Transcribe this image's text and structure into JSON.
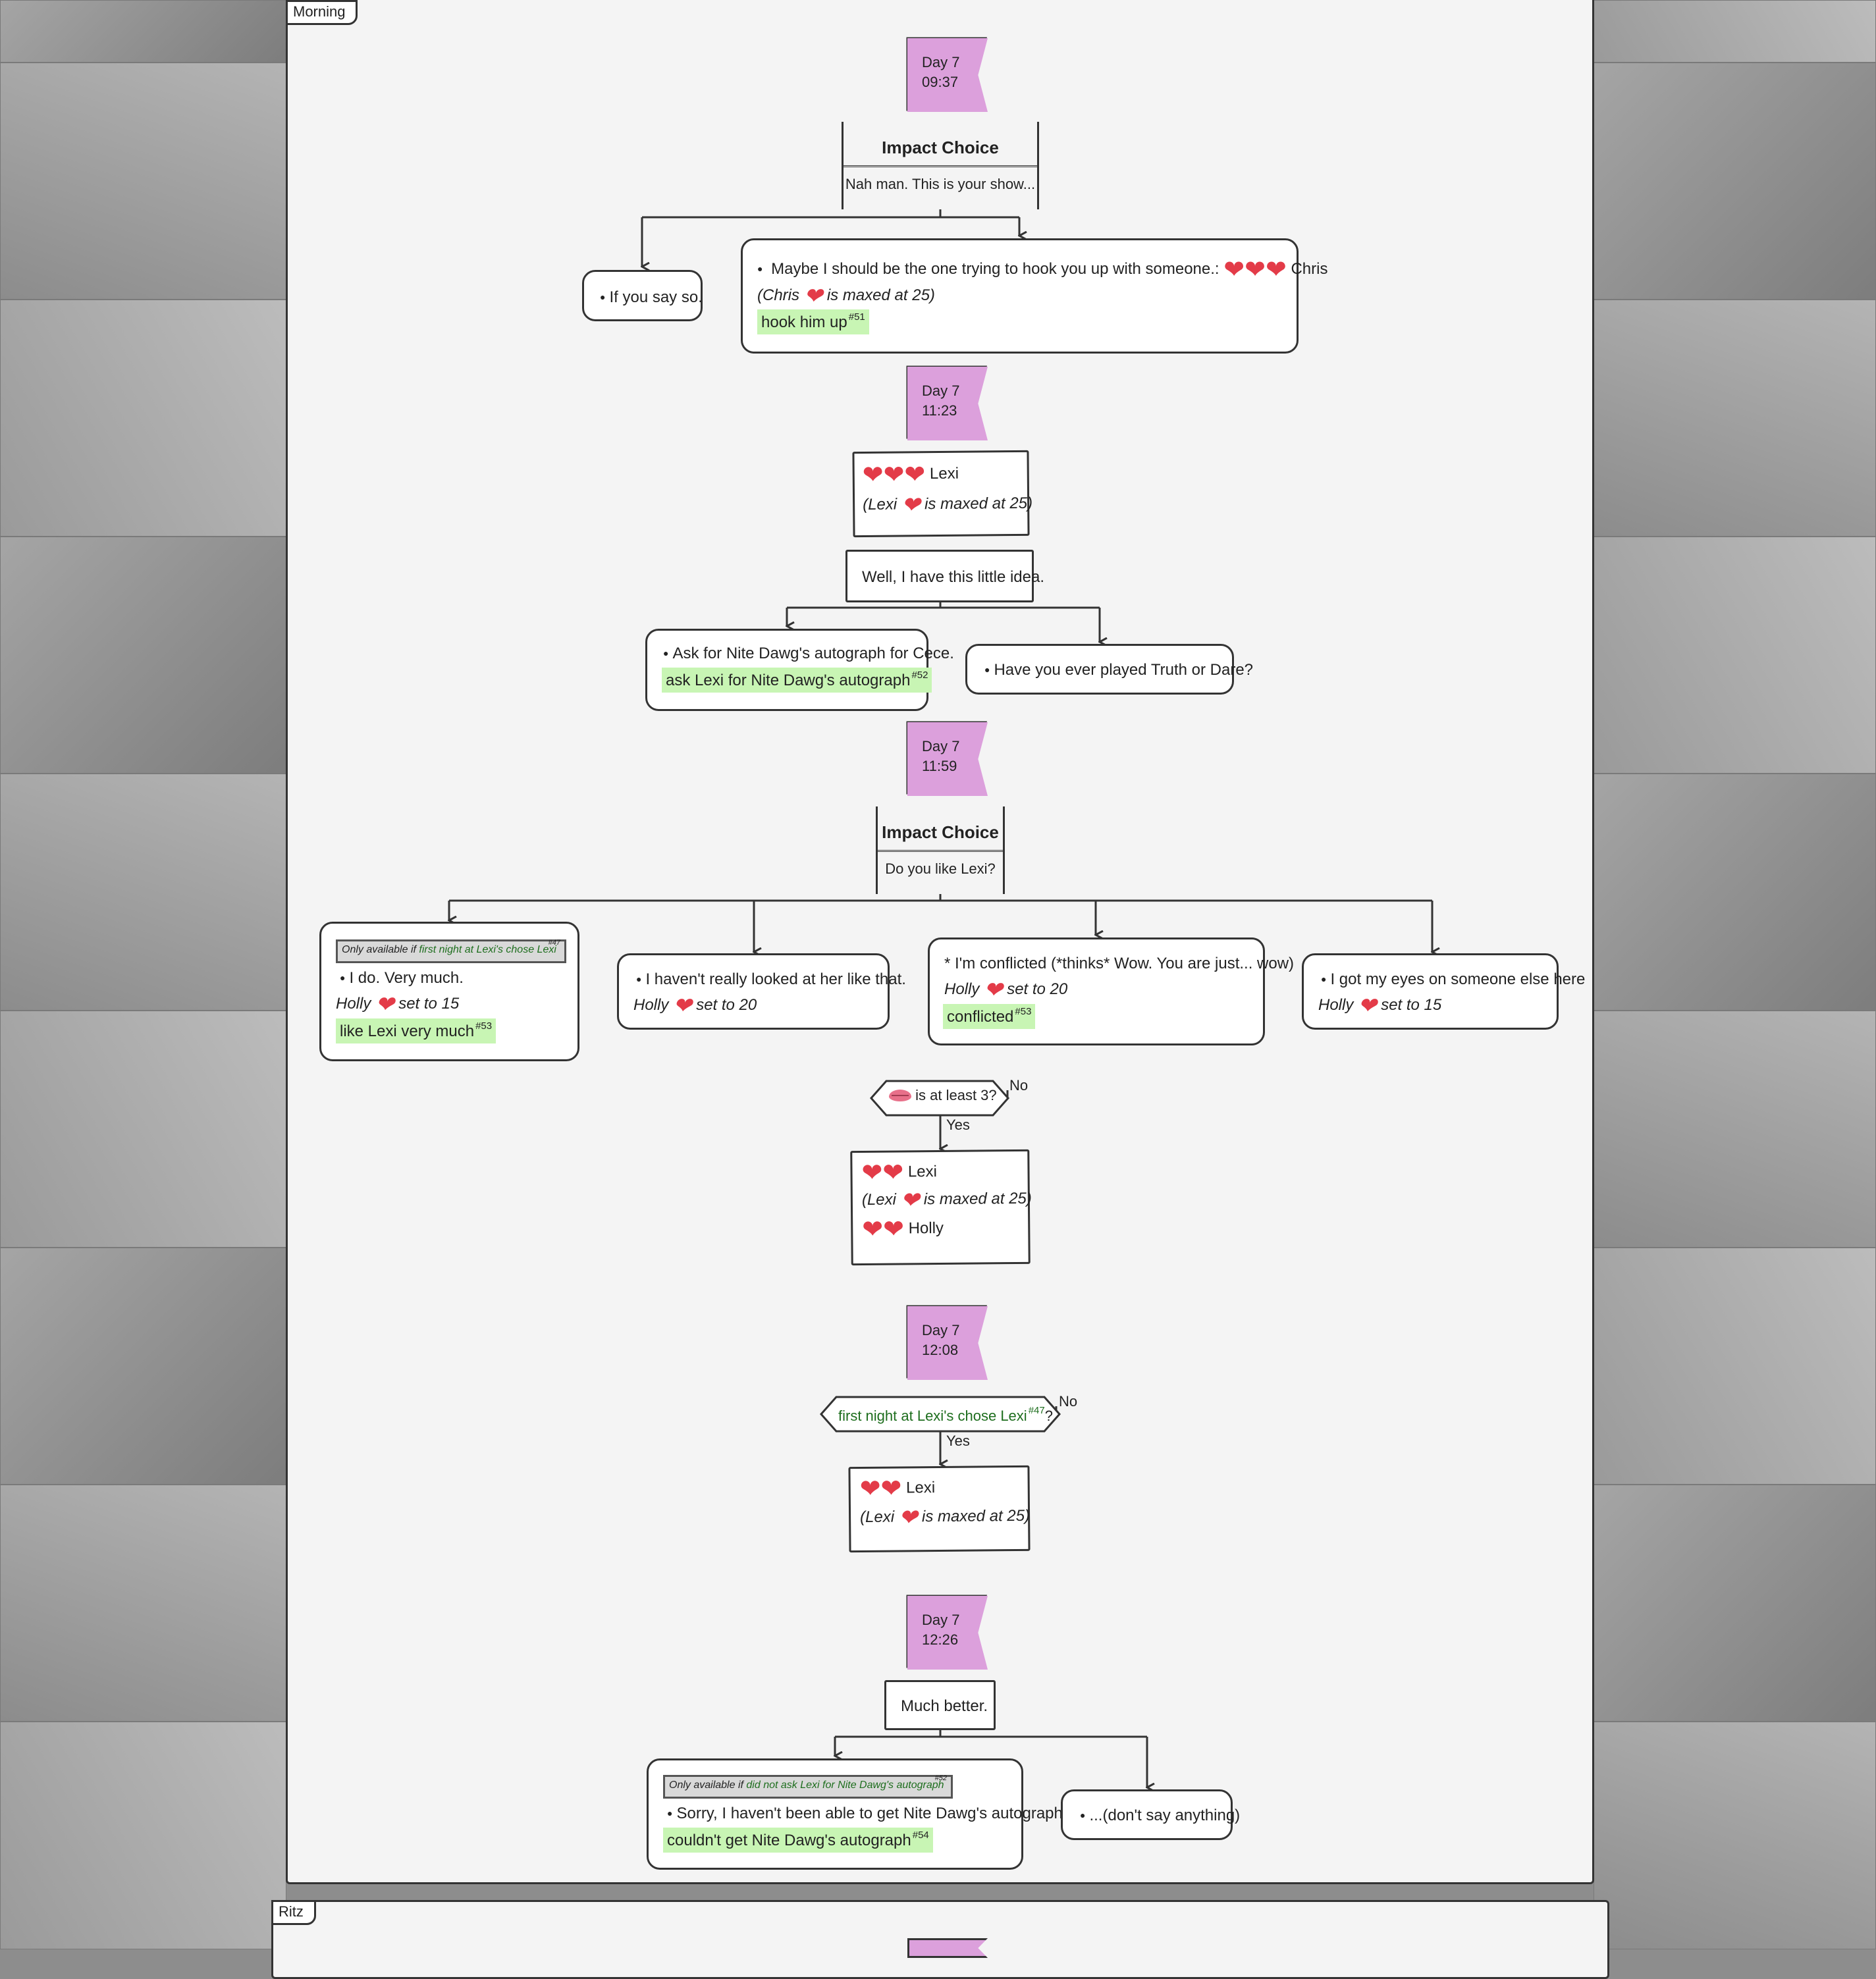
{
  "panels": {
    "morning_label": "Morning",
    "ritz_label": "Ritz"
  },
  "flags": [
    {
      "day": "Day 7",
      "time": "09:37"
    },
    {
      "day": "Day 7",
      "time": "11:23"
    },
    {
      "day": "Day 7",
      "time": "11:59"
    },
    {
      "day": "Day 7",
      "time": "12:08"
    },
    {
      "day": "Day 7",
      "time": "12:26"
    }
  ],
  "impact1": {
    "title": "Impact Choice",
    "subtitle": "Nah man. This is your show..."
  },
  "choice_if_you_say_so": "If you say so.",
  "choice_hook": {
    "text": "Maybe I should be the one trying to hook you up with someone.:",
    "hearts_name": "Chris",
    "maxed_pre": "(Chris",
    "maxed_post": "is maxed at 25)",
    "tag": "hook him up",
    "tag_num": "#51"
  },
  "lexi_box1": {
    "name": "Lexi",
    "maxed_pre": "(Lexi",
    "maxed_post": "is maxed at 25)"
  },
  "dialog_little_idea": "Well, I have this little idea.",
  "choice_autograph": {
    "text": "Ask for Nite Dawg's autograph for Cece.",
    "tag": "ask Lexi for Nite Dawg's autograph",
    "tag_num": "#52"
  },
  "choice_truth_dare": "Have you ever played Truth or Dare?",
  "impact2": {
    "title": "Impact Choice",
    "subtitle": "Do you like Lexi?"
  },
  "choice_do": {
    "avail_pre": "Only available if",
    "avail_cond": "first night at Lexi's chose Lexi",
    "avail_num": "#47",
    "text": "I do. Very much.",
    "set_name": "Holly",
    "set_value": "set to 15",
    "tag": "like Lexi very much",
    "tag_num": "#53"
  },
  "choice_havent": {
    "text": "I haven't really looked at her like that.",
    "set_name": "Holly",
    "set_value": "set to 20"
  },
  "choice_conflicted": {
    "text": "* I'm conflicted (*thinks* Wow. You are just... wow)",
    "set_name": "Holly",
    "set_value": "set to 20",
    "tag": "conflicted",
    "tag_num": "#53"
  },
  "choice_eyes": {
    "text": "I got my eyes on someone else here",
    "set_name": "Holly",
    "set_value": "set to 15"
  },
  "cond_kiss": {
    "text": "is at least 3?",
    "no": "No",
    "yes": "Yes"
  },
  "lexi_box2": {
    "name1": "Lexi",
    "maxed_pre": "(Lexi",
    "maxed_post": "is maxed at 25)",
    "name2": "Holly"
  },
  "cond_first_night": {
    "text": "first night at Lexi's chose Lexi",
    "num": "#47",
    "q": "?",
    "no": "No",
    "yes": "Yes"
  },
  "lexi_box3": {
    "name": "Lexi",
    "maxed_pre": "(Lexi",
    "maxed_post": "is maxed at 25)"
  },
  "dialog_much_better": "Much better.",
  "choice_sorry": {
    "avail_pre": "Only available if",
    "avail_cond": "did not ask Lexi for Nite Dawg's autograph",
    "avail_num": "#52",
    "text": "Sorry, I haven't been able to get Nite Dawg's autograph",
    "tag": "couldn't get Nite Dawg's autograph",
    "tag_num": "#54"
  },
  "choice_dont_say": "...(don't say anything)",
  "icons": {
    "heart": "heart-icon",
    "kiss": "lips-icon"
  },
  "colors": {
    "flag": "#dca0dc",
    "highlight": "#c8f5b4",
    "heart": "#e33b48",
    "panel": "#f4f4f4"
  }
}
